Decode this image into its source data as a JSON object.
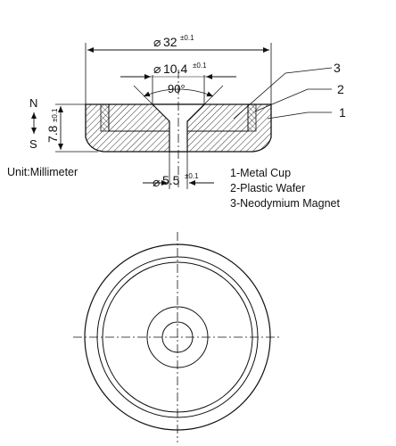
{
  "dimensions": {
    "outer_diameter": {
      "symbol": "⌀",
      "value": "32",
      "tolerance": "±0.1"
    },
    "countersink_diameter": {
      "symbol": "⌀",
      "value": "10.4",
      "tolerance": "±0.1"
    },
    "countersink_angle": {
      "value": "90°"
    },
    "height": {
      "value": "7.8",
      "tolerance": "±0.1"
    },
    "hole_diameter": {
      "symbol": "⌀",
      "value": "5.5",
      "tolerance": "±0.1"
    }
  },
  "poles": {
    "north": "N",
    "south": "S"
  },
  "callouts": [
    "3",
    "2",
    "1"
  ],
  "unit_note": "Unit:Millimeter",
  "legend": [
    "1-Metal Cup",
    "2-Plastic Wafer",
    "3-Neodymium Magnet"
  ],
  "colors": {
    "line": "#1a1a1a",
    "hatch": "#333333",
    "background": "#ffffff"
  }
}
